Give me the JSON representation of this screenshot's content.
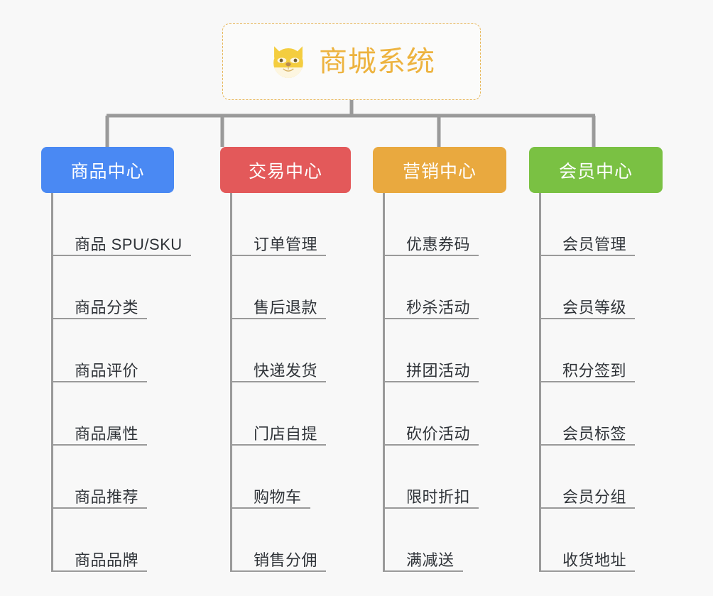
{
  "root": {
    "title": "商城系统",
    "icon": "shiba-dog-icon",
    "border_color": "#e7b657",
    "text_color": "#edb33f",
    "background": "#fbfbfa"
  },
  "canvas": {
    "background": "#f8f8f8",
    "line_color": "#9a9a9a"
  },
  "columns": [
    {
      "title": "商品中心",
      "color": "#4a89f3",
      "items": [
        "商品 SPU/SKU",
        "商品分类",
        "商品评价",
        "商品属性",
        "商品推荐",
        "商品品牌"
      ]
    },
    {
      "title": "交易中心",
      "color": "#e3595a",
      "items": [
        "订单管理",
        "售后退款",
        "快递发货",
        "门店自提",
        "购物车",
        "销售分佣"
      ]
    },
    {
      "title": "营销中心",
      "color": "#e9a93f",
      "items": [
        "优惠券码",
        "秒杀活动",
        "拼团活动",
        "砍价活动",
        "限时折扣",
        "满减送"
      ]
    },
    {
      "title": "会员中心",
      "color": "#7ac143",
      "items": [
        "会员管理",
        "会员等级",
        "积分签到",
        "会员标签",
        "会员分组",
        "收货地址"
      ]
    }
  ]
}
